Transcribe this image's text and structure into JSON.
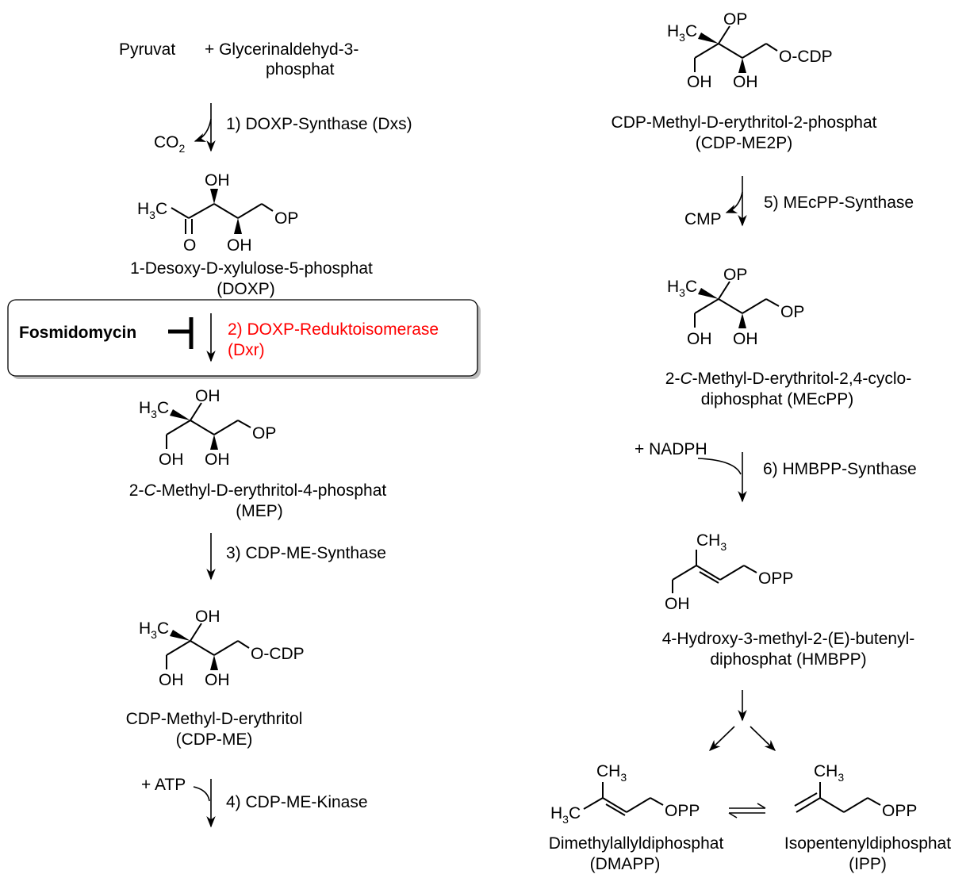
{
  "substrates": {
    "pyruvat": "Pyruvat",
    "plus_g3p": "+ Glycerinaldehyd-3-",
    "g3p_line2": "phosphat"
  },
  "steps": {
    "s1": "1) DOXP-Synthase (Dxs)",
    "s2_line1": "2) DOXP-Reduktoisomerase",
    "s2_line2": "(Dxr)",
    "s3": "3) CDP-ME-Synthase",
    "s4": "4) CDP-ME-Kinase",
    "s5": "5) MEcPP-Synthase",
    "s6": "6) HMBPP-Synthase"
  },
  "cofactors": {
    "co2": "CO",
    "co2_sub": "2",
    "atp": "+ ATP",
    "cmp": "CMP",
    "nadph": "+ NADPH"
  },
  "inhibitor": "Fosmidomycin",
  "compounds": {
    "doxp_name": "1-Desoxy-D-xylulose-5-phosphat",
    "doxp_abbr": "(DOXP)",
    "mep_name_pre": "2-",
    "mep_name_c": "C",
    "mep_name_post": "-Methyl-D-erythritol-4-phosphat",
    "mep_abbr": "(MEP)",
    "cdpme_name": "CDP-Methyl-D-erythritol",
    "cdpme_abbr": "(CDP-ME)",
    "cdpme2p_name": "CDP-Methyl-D-erythritol-2-phosphat",
    "cdpme2p_abbr": "(CDP-ME2P)",
    "mecpp_name_pre": "2-",
    "mecpp_name_c": "C",
    "mecpp_name_post": "-Methyl-D-erythritol-2,4-cyclo-",
    "mecpp_line2": "diphosphat (MEcPP)",
    "hmbpp_line1": "4-Hydroxy-3-methyl-2-(E)-butenyl-",
    "hmbpp_line2": "diphosphat (HMBPP)",
    "dmapp_name": "Dimethylallyldiphosphat",
    "dmapp_abbr": "(DMAPP)",
    "ipp_name": "Isopentenyldiphosphat",
    "ipp_abbr": "(IPP)"
  },
  "atoms": {
    "oh": "OH",
    "op": "OP",
    "o": "O",
    "ocdp": "O-CDP",
    "opp": "OPP",
    "h3c": "H",
    "h3c_sub": "3",
    "h3c_c": "C",
    "ch3_c": "CH",
    "ch3_sub": "3"
  }
}
